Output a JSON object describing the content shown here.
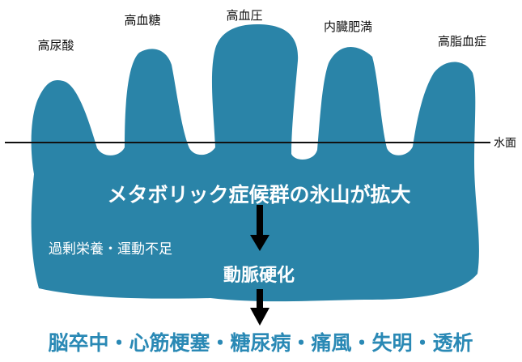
{
  "colors": {
    "iceberg": "#2a84a8",
    "water_line": "#111111",
    "arrow": "#000000",
    "bottom_text": "#2a89b5"
  },
  "peaks": [
    {
      "label": "高尿酸"
    },
    {
      "label": "高血糖"
    },
    {
      "label": "高血圧"
    },
    {
      "label": "内臓肥満"
    },
    {
      "label": "高脂血症"
    }
  ],
  "water_surface": {
    "label": "水面"
  },
  "main_title": "メタボリック症候群の氷山が拡大",
  "cause": "過剰栄養・運動不足",
  "intermediate": "動脈硬化",
  "outcomes": "脳卒中・心筋梗塞・糖尿病・痛風・失明・透析"
}
